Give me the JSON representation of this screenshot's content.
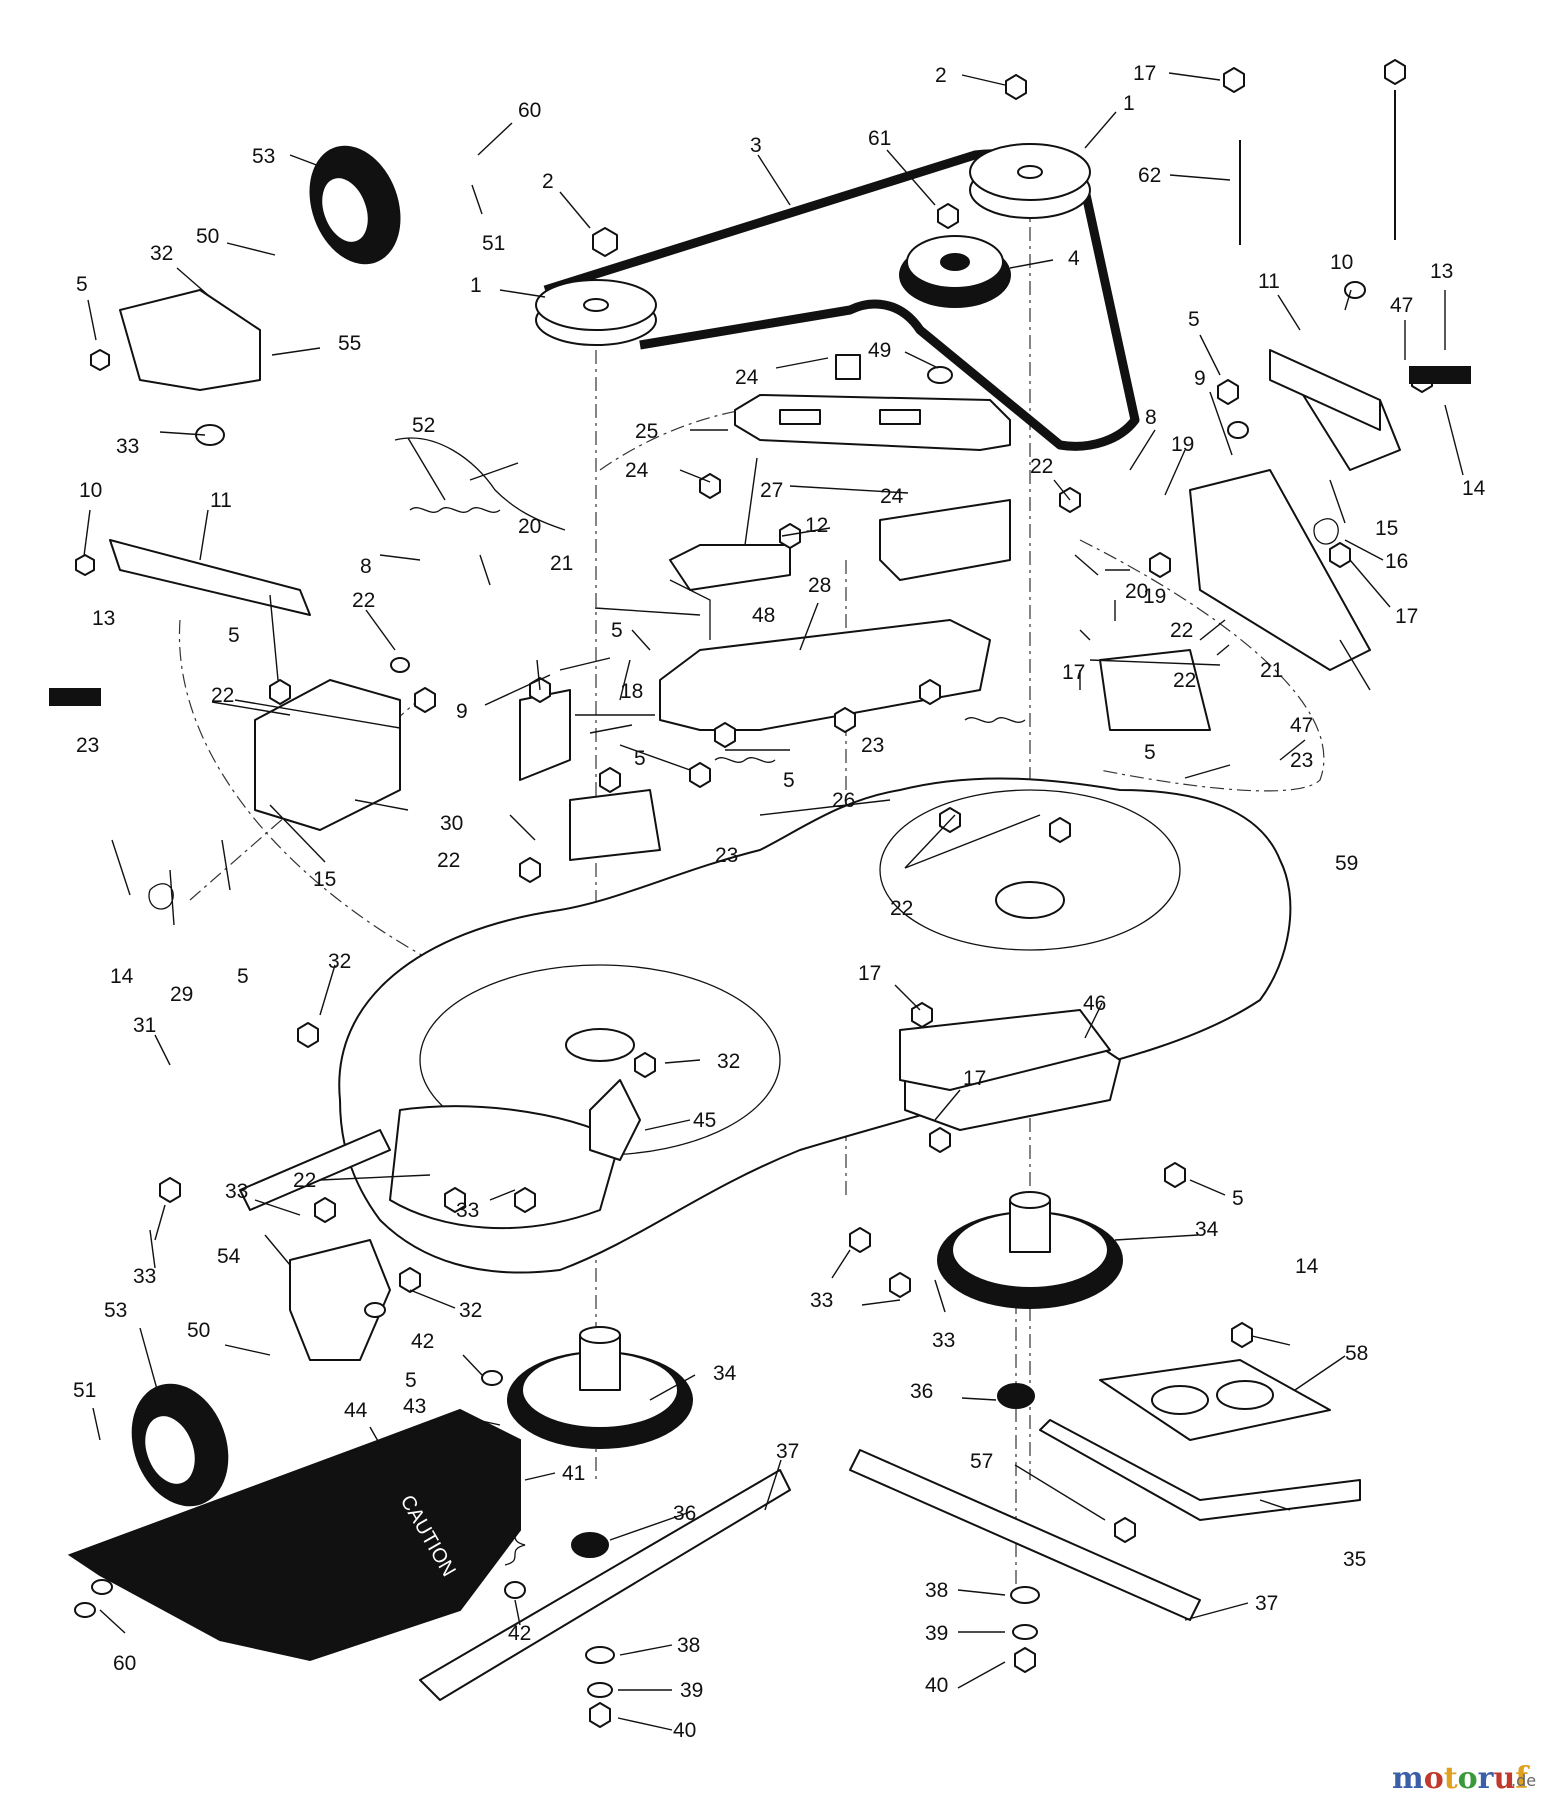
{
  "callouts": [
    {
      "id": "c1",
      "label": "2"
    },
    {
      "id": "c2",
      "label": "17"
    },
    {
      "id": "c3",
      "label": "1"
    },
    {
      "id": "c4",
      "label": "60"
    },
    {
      "id": "c5",
      "label": "53"
    },
    {
      "id": "c6",
      "label": "3"
    },
    {
      "id": "c7",
      "label": "61"
    },
    {
      "id": "c8",
      "label": "2"
    },
    {
      "id": "c9",
      "label": "62"
    },
    {
      "id": "c10",
      "label": "50"
    },
    {
      "id": "c11",
      "label": "51"
    },
    {
      "id": "c12",
      "label": "32"
    },
    {
      "id": "c13",
      "label": "1"
    },
    {
      "id": "c14",
      "label": "4"
    },
    {
      "id": "c15",
      "label": "5"
    },
    {
      "id": "c16",
      "label": "55"
    },
    {
      "id": "c17",
      "label": "11"
    },
    {
      "id": "c18",
      "label": "10"
    },
    {
      "id": "c19",
      "label": "13"
    },
    {
      "id": "c20",
      "label": "47"
    },
    {
      "id": "c21",
      "label": "5"
    },
    {
      "id": "c22",
      "label": "24"
    },
    {
      "id": "c23",
      "label": "49"
    },
    {
      "id": "c24",
      "label": "9"
    },
    {
      "id": "c25",
      "label": "52"
    },
    {
      "id": "c26",
      "label": "33"
    },
    {
      "id": "c27",
      "label": "25"
    },
    {
      "id": "c28",
      "label": "8"
    },
    {
      "id": "c29",
      "label": "14"
    },
    {
      "id": "c30",
      "label": "19"
    },
    {
      "id": "c31",
      "label": "24"
    },
    {
      "id": "c32",
      "label": "22"
    },
    {
      "id": "c33",
      "label": "10"
    },
    {
      "id": "c34",
      "label": "11"
    },
    {
      "id": "c35",
      "label": "27"
    },
    {
      "id": "c36",
      "label": "24"
    },
    {
      "id": "c37",
      "label": "15"
    },
    {
      "id": "c38",
      "label": "12"
    },
    {
      "id": "c39",
      "label": "16"
    },
    {
      "id": "c40",
      "label": "20"
    },
    {
      "id": "c41",
      "label": "8"
    },
    {
      "id": "c42",
      "label": "21"
    },
    {
      "id": "c43",
      "label": "20"
    },
    {
      "id": "c44",
      "label": "17"
    },
    {
      "id": "c45",
      "label": "28"
    },
    {
      "id": "c46",
      "label": "13"
    },
    {
      "id": "c47",
      "label": "19"
    },
    {
      "id": "c48",
      "label": "22"
    },
    {
      "id": "c49",
      "label": "48"
    },
    {
      "id": "c50",
      "label": "5"
    },
    {
      "id": "c51",
      "label": "22"
    },
    {
      "id": "c52",
      "label": "21"
    },
    {
      "id": "c53",
      "label": "17"
    },
    {
      "id": "c54",
      "label": "5"
    },
    {
      "id": "c55",
      "label": "22"
    },
    {
      "id": "c56",
      "label": "9"
    },
    {
      "id": "c57",
      "label": "22"
    },
    {
      "id": "c58",
      "label": "18"
    },
    {
      "id": "c59",
      "label": "47"
    },
    {
      "id": "c60",
      "label": "23"
    },
    {
      "id": "c61",
      "label": "5"
    },
    {
      "id": "c62",
      "label": "5"
    },
    {
      "id": "c63",
      "label": "23"
    },
    {
      "id": "c64",
      "label": "23"
    },
    {
      "id": "c65",
      "label": "5"
    },
    {
      "id": "c66",
      "label": "30"
    },
    {
      "id": "c67",
      "label": "26"
    },
    {
      "id": "c68",
      "label": "22"
    },
    {
      "id": "c69",
      "label": "23"
    },
    {
      "id": "c70",
      "label": "59"
    },
    {
      "id": "c71",
      "label": "15"
    },
    {
      "id": "c72",
      "label": "22"
    },
    {
      "id": "c73",
      "label": "14"
    },
    {
      "id": "c74",
      "label": "29"
    },
    {
      "id": "c75",
      "label": "5"
    },
    {
      "id": "c76",
      "label": "32"
    },
    {
      "id": "c77",
      "label": "17"
    },
    {
      "id": "c78",
      "label": "46"
    },
    {
      "id": "c79",
      "label": "31"
    },
    {
      "id": "c80",
      "label": "32"
    },
    {
      "id": "c81",
      "label": "17"
    },
    {
      "id": "c82",
      "label": "45"
    },
    {
      "id": "c83",
      "label": "22"
    },
    {
      "id": "c84",
      "label": "33"
    },
    {
      "id": "c85",
      "label": "5"
    },
    {
      "id": "c86",
      "label": "33"
    },
    {
      "id": "c87",
      "label": "34"
    },
    {
      "id": "c88",
      "label": "54"
    },
    {
      "id": "c89",
      "label": "33"
    },
    {
      "id": "c90",
      "label": "32"
    },
    {
      "id": "c91",
      "label": "33"
    },
    {
      "id": "c92",
      "label": "33"
    },
    {
      "id": "c93",
      "label": "14"
    },
    {
      "id": "c94",
      "label": "53"
    },
    {
      "id": "c95",
      "label": "50"
    },
    {
      "id": "c96",
      "label": "42"
    },
    {
      "id": "c97",
      "label": "5"
    },
    {
      "id": "c98",
      "label": "34"
    },
    {
      "id": "c99",
      "label": "58"
    },
    {
      "id": "c100",
      "label": "51"
    },
    {
      "id": "c101",
      "label": "44"
    },
    {
      "id": "c102",
      "label": "43"
    },
    {
      "id": "c103",
      "label": "36"
    },
    {
      "id": "c104",
      "label": "37"
    },
    {
      "id": "c105",
      "label": "41"
    },
    {
      "id": "c106",
      "label": "57"
    },
    {
      "id": "c107",
      "label": "36"
    },
    {
      "id": "c108",
      "label": "35"
    },
    {
      "id": "c109",
      "label": "42"
    },
    {
      "id": "c110",
      "label": "38"
    },
    {
      "id": "c111",
      "label": "37"
    },
    {
      "id": "c112",
      "label": "60"
    },
    {
      "id": "c113",
      "label": "38"
    },
    {
      "id": "c114",
      "label": "39"
    },
    {
      "id": "c115",
      "label": "39"
    },
    {
      "id": "c116",
      "label": "40"
    },
    {
      "id": "c117",
      "label": "40"
    }
  ],
  "deck_decal": {
    "text": "CAUTION"
  },
  "watermark": {
    "brand": "motoruf",
    "suffix": ".de",
    "colors": [
      "#3a5fa8",
      "#c0392b",
      "#e0a020",
      "#3a9a3a"
    ]
  }
}
